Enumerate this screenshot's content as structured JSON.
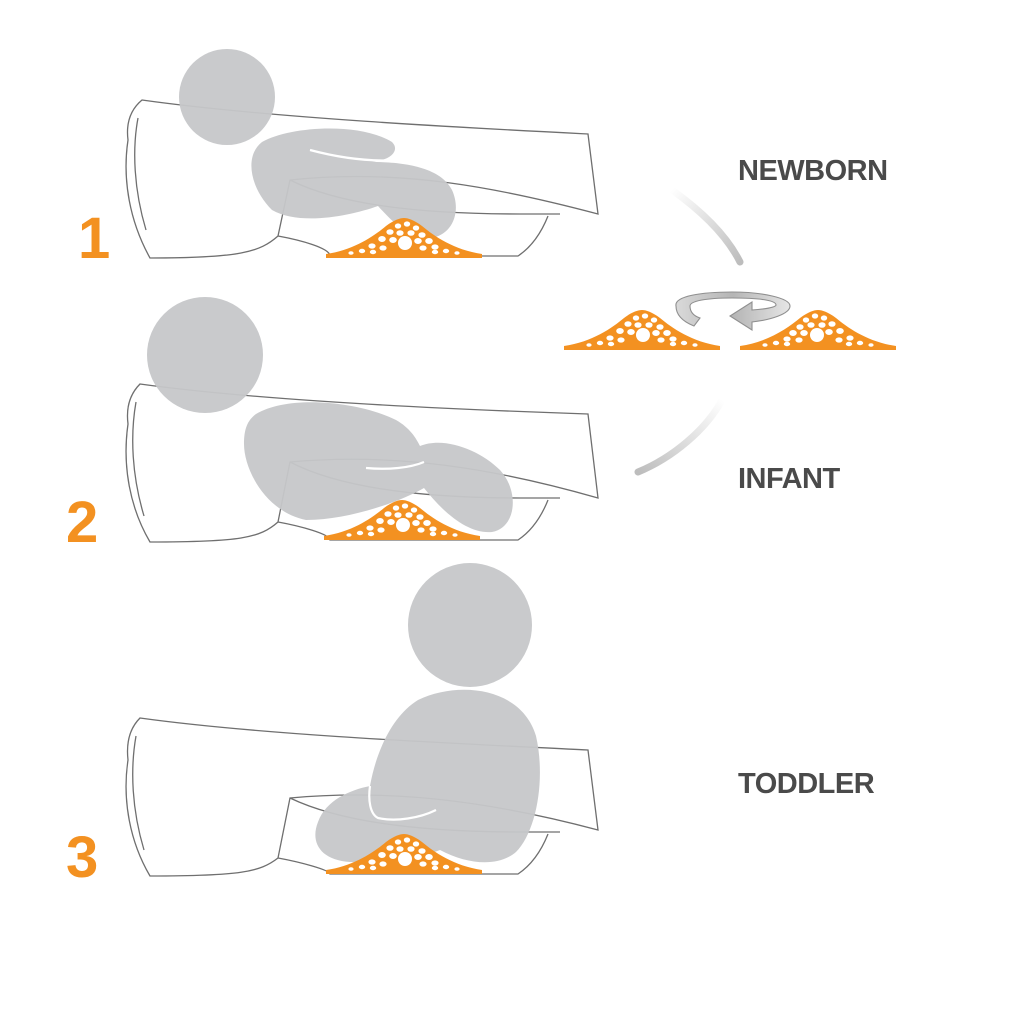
{
  "steps": [
    {
      "number": "1",
      "label": "NEWBORN"
    },
    {
      "number": "2",
      "label": "INFANT"
    },
    {
      "number": "3",
      "label": "TODDLER"
    }
  ],
  "colors": {
    "accent": "#f39121",
    "figure": "#c6c7c9",
    "label_text": "#4a4a4a",
    "outline": "#6f6f6f"
  },
  "icons": {
    "rotate": "circular-arrow-icon",
    "pad": "bath-support-pad-icon"
  }
}
